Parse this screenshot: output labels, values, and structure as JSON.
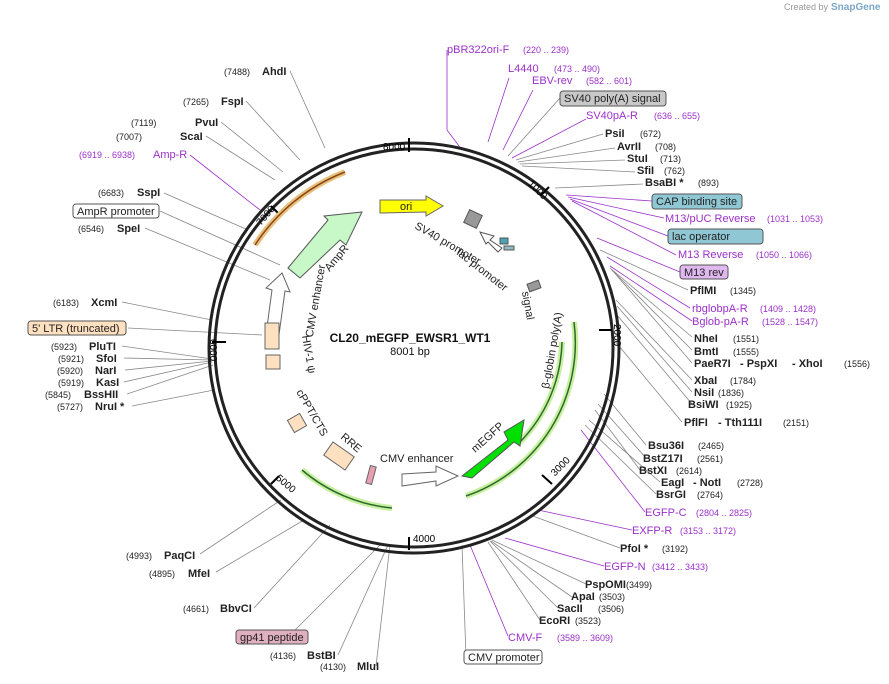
{
  "branding": {
    "created_by": "Created by",
    "app": "SnapGene"
  },
  "plasmid": {
    "name": "CL20_mEGFP_EWSR1_WT1",
    "size": "8001 bp"
  },
  "ticks": [
    "1000",
    "2000",
    "3000",
    "4000",
    "5000",
    "6000",
    "7000",
    "8000"
  ],
  "features": {
    "ori": "ori",
    "amp": "AmpR",
    "cmv1": "CMV enhancer",
    "hiv": "HIV-1 ψ",
    "cppt": "cPPT/CTS",
    "rre": "RRE",
    "cmv2": "CMV enhancer",
    "megfp": "mEGFP",
    "bglob": "β-globin poly(A)",
    "signal": "signal",
    "sv40p": "SV40 promoter",
    "lacp": "lac promoter"
  },
  "labels": {
    "pbr": {
      "name": "pBR322ori-F",
      "pos": "(220 .. 239)"
    },
    "l4440": {
      "name": "L4440",
      "pos": "(473 .. 490)"
    },
    "ebv": {
      "name": "EBV-rev",
      "pos": "(582 .. 601)"
    },
    "sv40polya": "SV40 poly(A) signal",
    "sv40par": {
      "name": "SV40pA-R",
      "pos": "(636 .. 655)"
    },
    "psii": {
      "name": "PsiI",
      "pos": "(672)"
    },
    "avrii": {
      "name": "AvrII",
      "pos": "(708)"
    },
    "stui": {
      "name": "StuI",
      "pos": "(713)"
    },
    "sfii": {
      "name": "SfiI",
      "pos": "(762)"
    },
    "bsabi": {
      "name": "BsaBI *",
      "pos": "(893)"
    },
    "cap": "CAP binding site",
    "m13puc": {
      "name": "M13/pUC Reverse",
      "pos": "(1031 .. 1053)"
    },
    "lacop": "lac operator",
    "m13r": {
      "name": "M13 Reverse",
      "pos": "(1050 .. 1066)"
    },
    "m13rev": "M13 rev",
    "pflmi": {
      "name": "PflMI",
      "pos": "(1345)"
    },
    "rbglob": {
      "name": "rbglobpA-R",
      "pos": "(1409 .. 1428)"
    },
    "bglobr": {
      "name": "Bglob-pA-R",
      "pos": "(1528 .. 1547)"
    },
    "nhei": {
      "name": "NheI",
      "pos": "(1551)"
    },
    "bmti": {
      "name": "BmtI",
      "pos": "(1555)"
    },
    "paer": {
      "name": "PaeR7I",
      "mid": "- PspXI",
      "end": "- XhoI",
      "pos": "(1556)"
    },
    "xbai": {
      "name": "XbaI",
      "pos": "(1784)"
    },
    "nsii": {
      "name": "NsiI",
      "pos": "(1836)"
    },
    "bsiwi": {
      "name": "BsiWI",
      "pos": "(1925)"
    },
    "pflfi": {
      "name": "PflFI",
      "mid": "- Tth111I",
      "pos": "(2151)"
    },
    "bsu36i": {
      "name": "Bsu36I",
      "pos": "(2465)"
    },
    "bstz": {
      "name": "BstZ17I",
      "pos": "(2561)"
    },
    "bstxi": {
      "name": "BstXI",
      "pos": "(2614)"
    },
    "eagi": {
      "name": "EagI",
      "mid": "- NotI",
      "pos": "(2728)"
    },
    "bsrgi": {
      "name": "BsrGI",
      "pos": "(2764)"
    },
    "egfpc": {
      "name": "EGFP-C",
      "pos": "(2804 .. 2825)"
    },
    "exfpr": {
      "name": "EXFP-R",
      "pos": "(3153 .. 3172)"
    },
    "pfoi": {
      "name": "PfoI *",
      "pos": "(3192)"
    },
    "egfpn": {
      "name": "EGFP-N",
      "pos": "(3412 .. 3433)"
    },
    "pspomi": {
      "name": "PspOMI",
      "pos": "(3499)"
    },
    "apai": {
      "name": "ApaI",
      "pos": "(3503)"
    },
    "sacii": {
      "name": "SacII",
      "pos": "(3506)"
    },
    "ecori": {
      "name": "EcoRI",
      "pos": "(3523)"
    },
    "cmvf": {
      "name": "CMV-F",
      "pos": "(3589 .. 3609)"
    },
    "cmvprom": "CMV promoter",
    "mlui": {
      "name": "MluI",
      "pos": "(4130)"
    },
    "bstbi": {
      "name": "BstBI",
      "pos": "(4136)"
    },
    "gp41": "gp41 peptide",
    "bbvci": {
      "name": "BbvCI",
      "pos": "(4661)"
    },
    "mfei": {
      "name": "MfeI",
      "pos": "(4895)"
    },
    "paqci": {
      "name": "PaqCI",
      "pos": "(4993)"
    },
    "nrui": {
      "name": "NruI *",
      "pos": "(5727)"
    },
    "bsshii": {
      "name": "BssHII",
      "pos": "(5845)"
    },
    "kasi": {
      "name": "KasI",
      "pos": "(5919)"
    },
    "nari": {
      "name": "NarI",
      "pos": "(5920)"
    },
    "sfoi": {
      "name": "SfoI",
      "pos": "(5921)"
    },
    "pluti": {
      "name": "PluTI",
      "pos": "(5923)"
    },
    "ltr": "5' LTR (truncated)",
    "xcmi": {
      "name": "XcmI",
      "pos": "(6183)"
    },
    "spei": {
      "name": "SpeI",
      "pos": "(6546)"
    },
    "amppr": "AmpR promoter",
    "sspi": {
      "name": "SspI",
      "pos": "(6683)"
    },
    "ampr": {
      "name": "Amp-R",
      "pos": "(6919 .. 6938)"
    },
    "scai": {
      "name": "ScaI",
      "pos": "(7007)"
    },
    "pvui": {
      "name": "PvuI",
      "pos": "(7119)"
    },
    "fspi": {
      "name": "FspI",
      "pos": "(7265)"
    },
    "ahdi": {
      "name": "AhdI",
      "pos": "(7488)"
    }
  }
}
